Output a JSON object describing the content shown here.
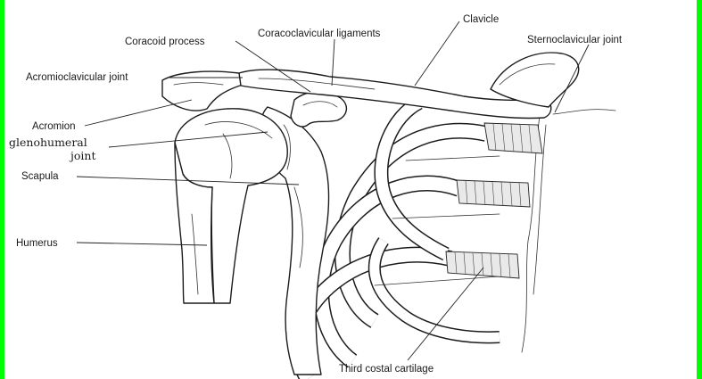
{
  "labels": {
    "coracoid_process": "Coracoid process",
    "coracoclavicular_ligaments": "Coracoclavicular ligaments",
    "clavicle": "Clavicle",
    "sternoclavicular_joint": "Sternoclavicular joint",
    "acromioclavicular_joint": "Acromioclavicular joint",
    "acromion": "Acromion",
    "glenohumeral_line1": "glenohumeral",
    "glenohumeral_line2": "joint",
    "scapula": "Scapula",
    "humerus": "Humerus",
    "third_costal_cartilage": "Third costal cartilage"
  },
  "colors": {
    "frame": "#00ff00",
    "paper": "#ffffff",
    "ink": "#1c1c1c"
  }
}
